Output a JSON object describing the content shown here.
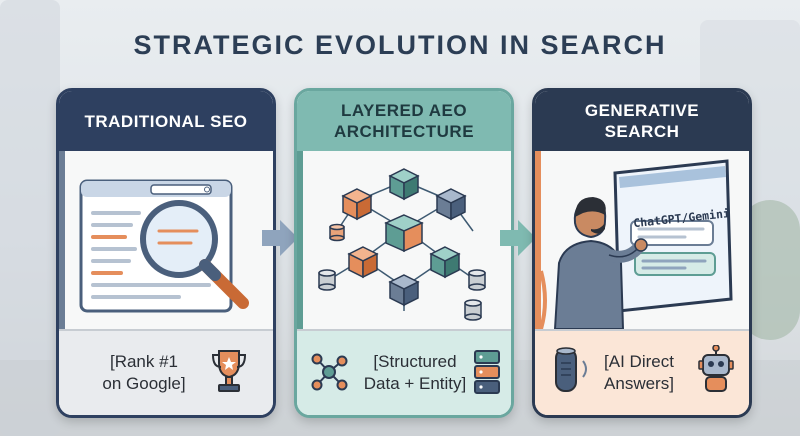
{
  "title": "STRATEGIC EVOLUTION IN SEARCH",
  "panels": [
    {
      "heading": "TRADITIONAL SEO",
      "footer_line1": "[Rank #1",
      "footer_line2": "on Google]",
      "illustration_icon": "search-results-magnifier-icon",
      "footer_icon": "trophy-icon"
    },
    {
      "heading": "LAYERED AEO ARCHITECTURE",
      "footer_line1": "[Structured",
      "footer_line2": "Data + Entity]",
      "illustration_icon": "network-cubes-icon",
      "footer_icon_left": "node-graph-icon",
      "footer_icon_right": "server-stack-icon"
    },
    {
      "heading": "GENERATIVE SEARCH",
      "illustration_label": "ChatGPT/Gemini",
      "footer_line1": "[AI Direct",
      "footer_line2": "Answers]",
      "illustration_icon": "person-chat-screen-icon",
      "footer_icon_left": "smart-speaker-icon",
      "footer_icon_right": "robot-icon"
    }
  ],
  "colors": {
    "title": "#2c3e55",
    "panel1_header": "#2e4060",
    "panel2_header": "#7fbab1",
    "panel3_header": "#2b3a52",
    "accent_orange": "#e58e5c",
    "accent_teal": "#6aa79f"
  }
}
